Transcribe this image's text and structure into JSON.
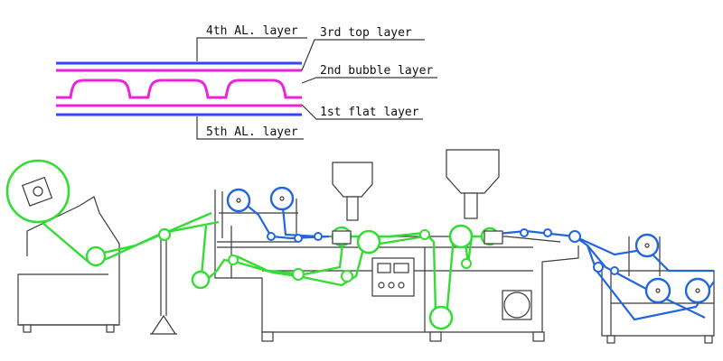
{
  "layer_labels": {
    "l4": "4th AL. layer",
    "l3": "3rd top layer",
    "l2": "2nd bubble layer",
    "l1": "1st flat layer",
    "l5": "5th AL. layer"
  },
  "colors": {
    "aluminium_layer": "#3344ff",
    "plastic_layer": "#ee22dd",
    "green_web": "#33dd33",
    "blue_web": "#2266dd",
    "machine_line": "#3a3a3a"
  }
}
